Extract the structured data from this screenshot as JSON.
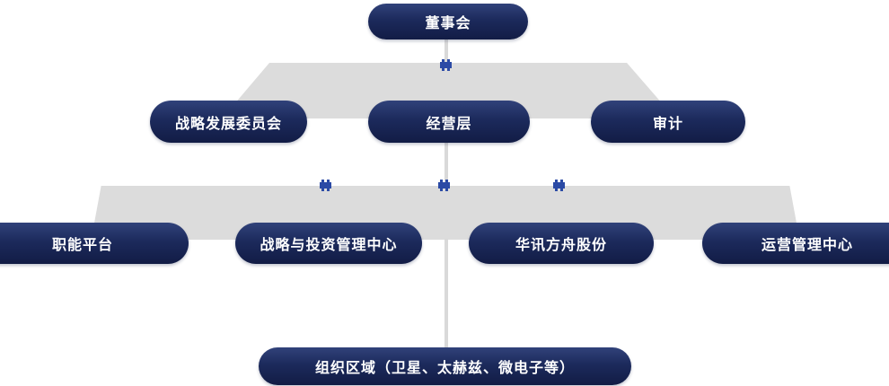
{
  "org_chart": {
    "nodes": {
      "board": "董事会",
      "strategy_committee": "战略发展委员会",
      "management": "经营层",
      "audit": "审计",
      "functional_platform": "职能平台",
      "strategy_investment": "战略与投资管理中心",
      "huaxun_ark_shares": "华讯方舟股份",
      "operations_center": "运营管理中心",
      "org_region": "组织区域（卫星、太赫兹、微电子等）"
    },
    "icons": {
      "connector_cross": "✚"
    },
    "colors": {
      "node_gradient_top": "#31427a",
      "node_gradient_bottom": "#121c45",
      "node_text": "#ffffff",
      "connector_band": "#dcdcdc",
      "connector_line": "#d9d9d9",
      "cross_icon": "#2b4aa5"
    }
  }
}
